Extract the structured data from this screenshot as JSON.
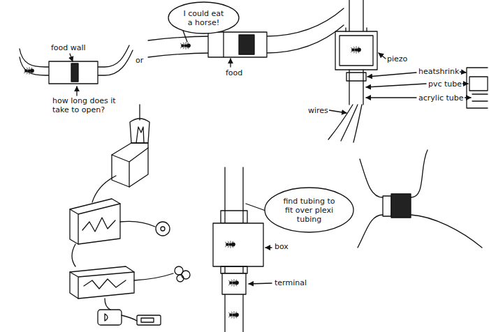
{
  "diagram": {
    "nodes": [
      {
        "text": [
          "I could eat a horse!"
        ]
      },
      {
        "text": [
          "find tubing to fit over plexi tubing"
        ]
      }
    ],
    "labels": [
      "food wall",
      "or",
      "how long does it take to open?",
      "food",
      "piezo",
      "heatshrink",
      "pvc tube",
      "acrylic tube",
      "wires",
      "box",
      "terminal"
    ]
  }
}
